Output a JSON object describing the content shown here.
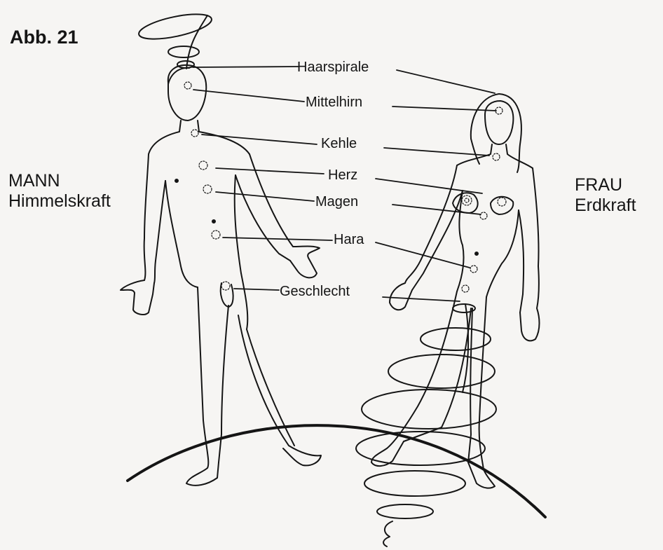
{
  "figure": {
    "title": "Abb. 21"
  },
  "man": {
    "line1": "MANN",
    "line2": "Himmelskraft"
  },
  "woman": {
    "line1": "FRAU",
    "line2": "Erdkraft"
  },
  "labels": [
    {
      "id": "haarspirale",
      "text": "Haarspirale"
    },
    {
      "id": "mittelhirn",
      "text": "Mittelhirn"
    },
    {
      "id": "kehle",
      "text": "Kehle"
    },
    {
      "id": "herz",
      "text": "Herz"
    },
    {
      "id": "magen",
      "text": "Magen"
    },
    {
      "id": "hara",
      "text": "Hara"
    },
    {
      "id": "geschlecht",
      "text": "Geschlecht"
    }
  ],
  "colors": {
    "ink": "#151515",
    "paper": "#f6f5f3"
  }
}
